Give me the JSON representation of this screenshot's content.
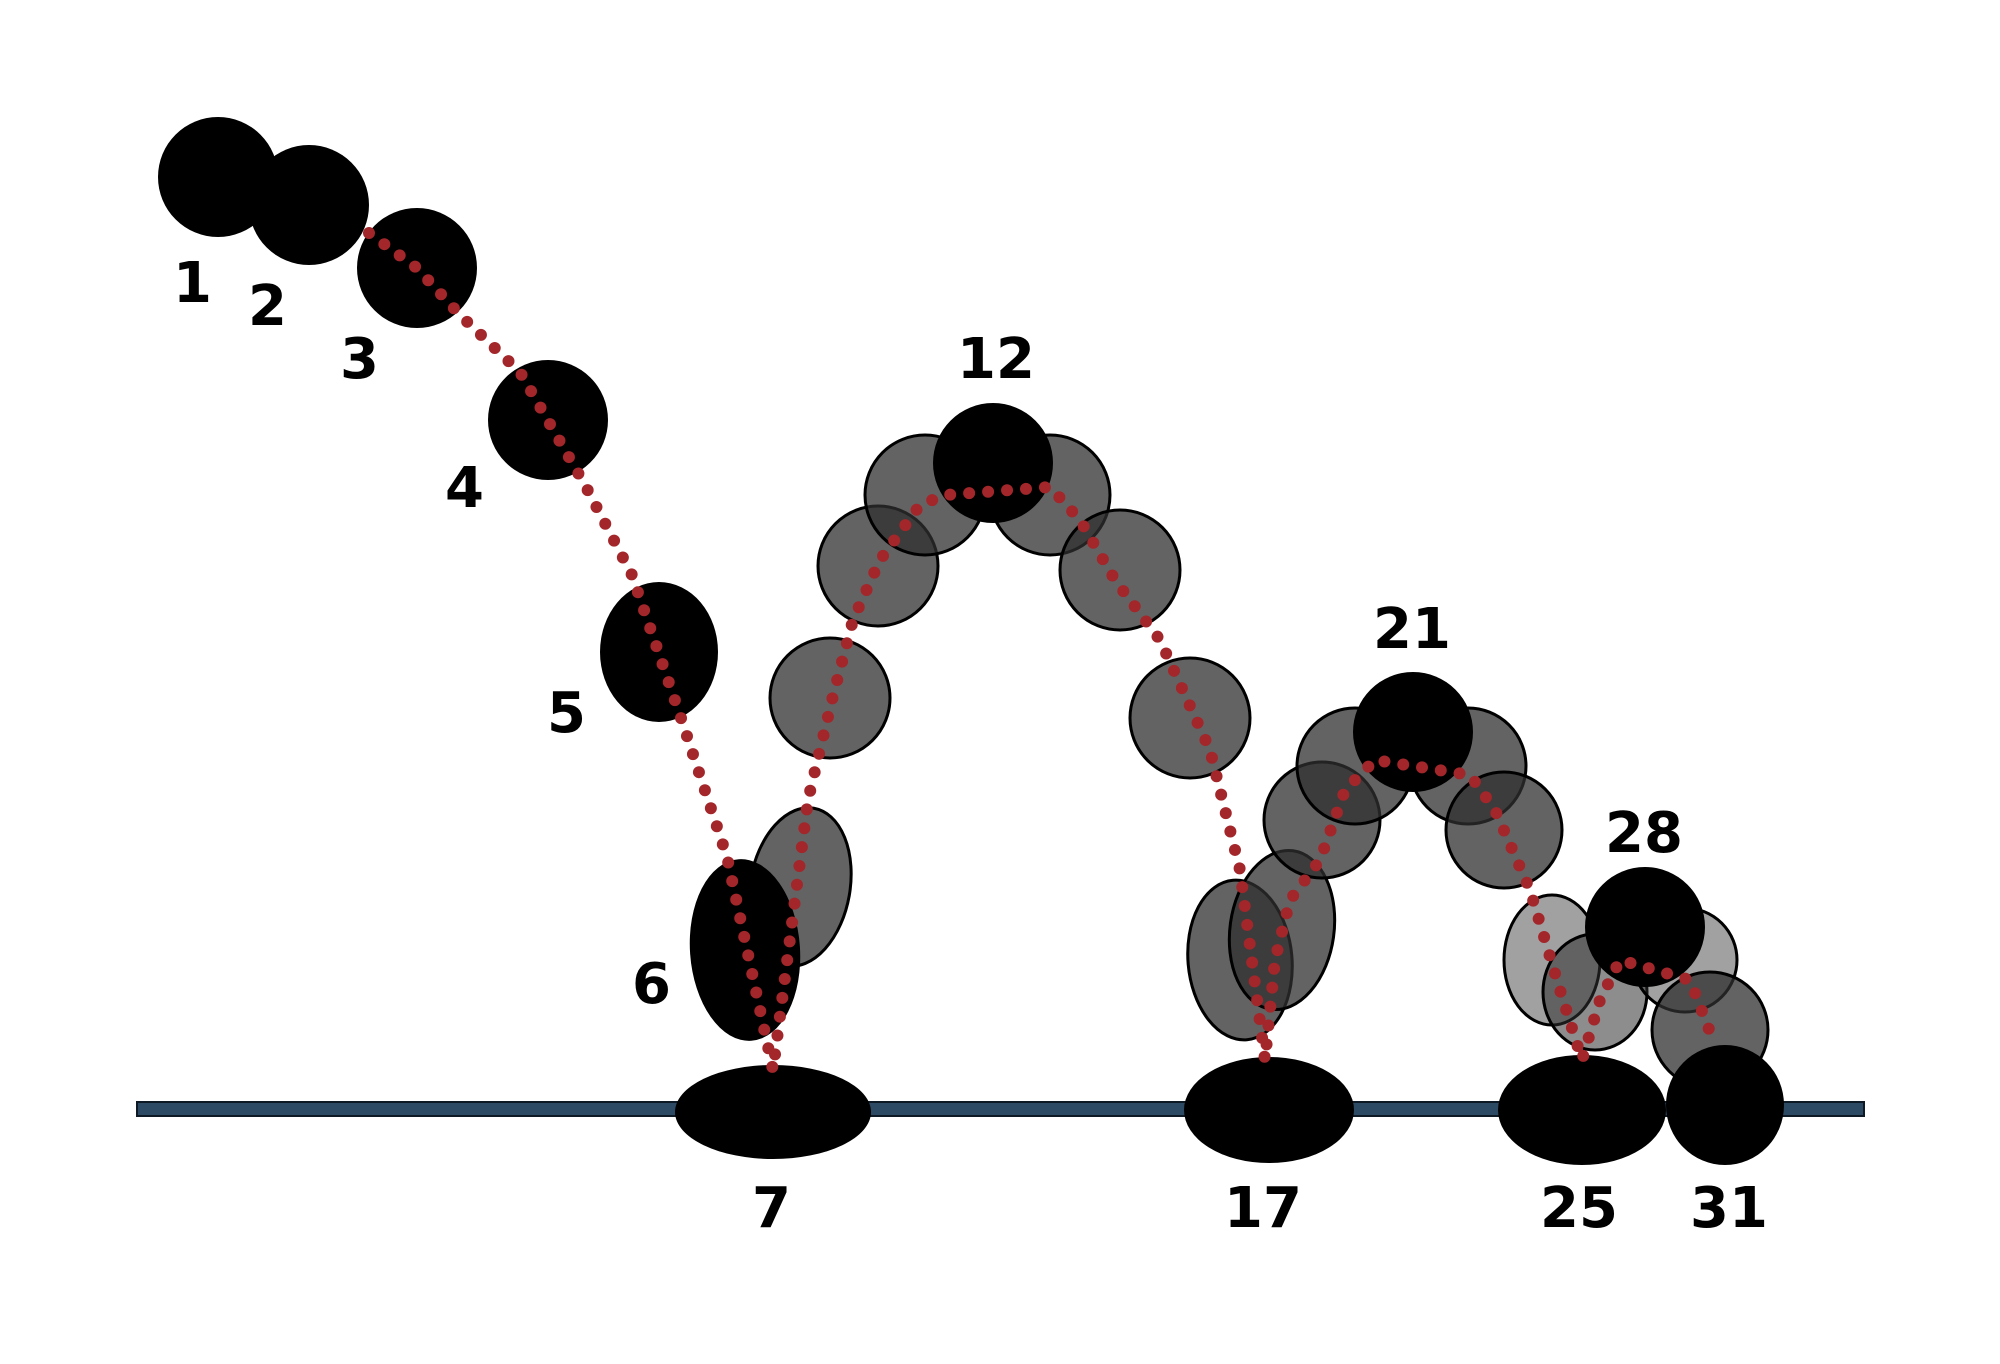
{
  "diagram": {
    "frame_labels": {
      "f1": "1",
      "f2": "2",
      "f3": "3",
      "f4": "4",
      "f5": "5",
      "f6": "6",
      "f7": "7",
      "f12": "12",
      "f17": "17",
      "f21": "21",
      "f25": "25",
      "f28": "28",
      "f31": "31"
    },
    "colors": {
      "ball": "#000000",
      "ghost_ball": "#2f2f2f",
      "trajectory_dots": "#a3262a",
      "ground": "#2c4a63"
    }
  }
}
